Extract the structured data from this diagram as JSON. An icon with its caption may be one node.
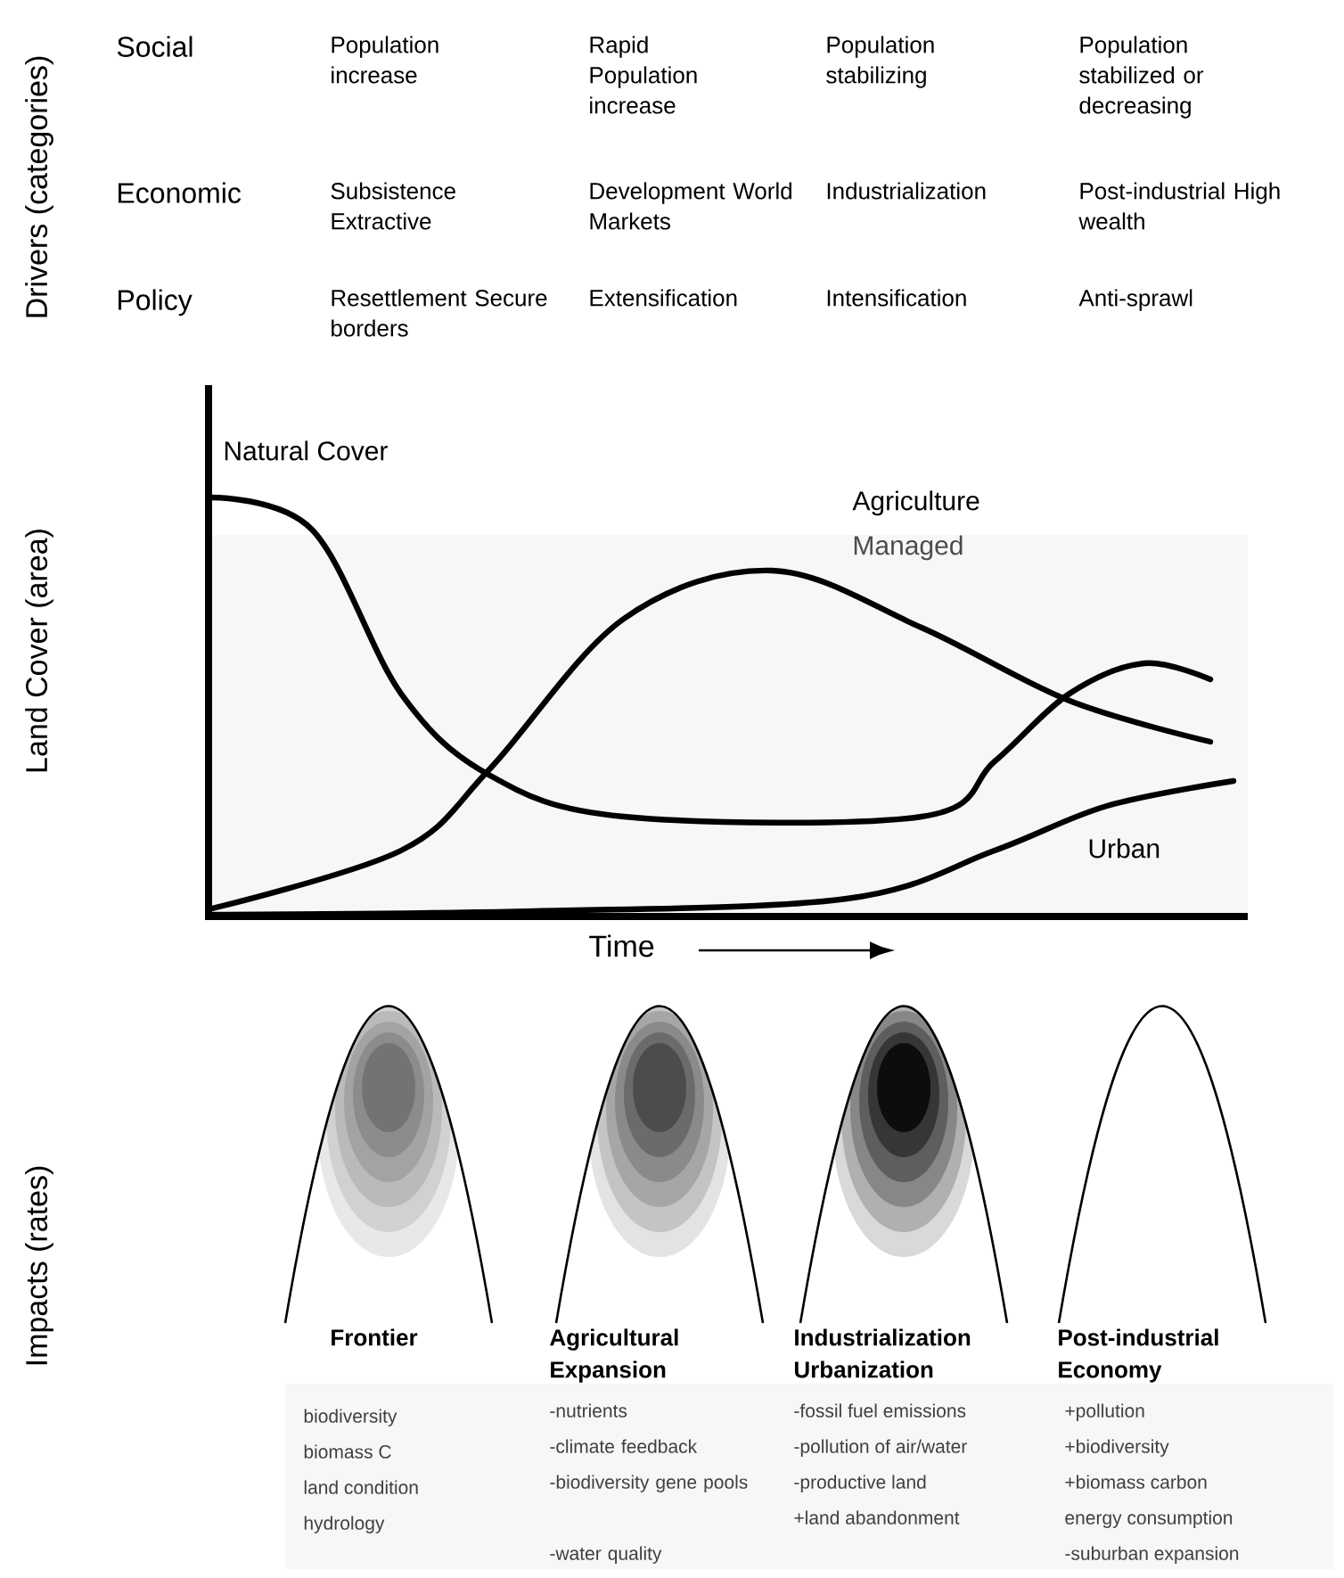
{
  "diagram": {
    "labels": [
      "Drivers (categories)",
      "Social",
      "Population increase",
      "Rapid Population increase",
      "Population stabilizing",
      "Population stabilized or decreasing",
      "Economic",
      "Subsistence Extractive",
      "Development World Markets",
      "Industrialization",
      "Post-industrial High wealth",
      "Policy",
      "Resettlement Secure borders",
      "Extensification",
      "Intensification",
      "Anti-sprawl",
      "Land Cover (area)",
      "Natural Cover",
      "Agriculture",
      "Managed",
      "Urban",
      "Time",
      "Impacts (rates)",
      "Frontier",
      "Agricultural Expansion",
      "Industrialization Urbanization",
      "Post-industrial Economy",
      "biodiversity",
      "biomass C",
      "land condition",
      "hydrology",
      "-nutrients",
      "-climate feedback",
      "-biodiversity gene pools",
      "-water quality",
      "-fossil fuel emissions",
      "-pollution of air/water",
      "-productive land",
      "+land abandonment",
      "+pollution",
      "+biodiversity",
      "+biomass carbon",
      "energy consumption",
      "-suburban expansion"
    ]
  }
}
